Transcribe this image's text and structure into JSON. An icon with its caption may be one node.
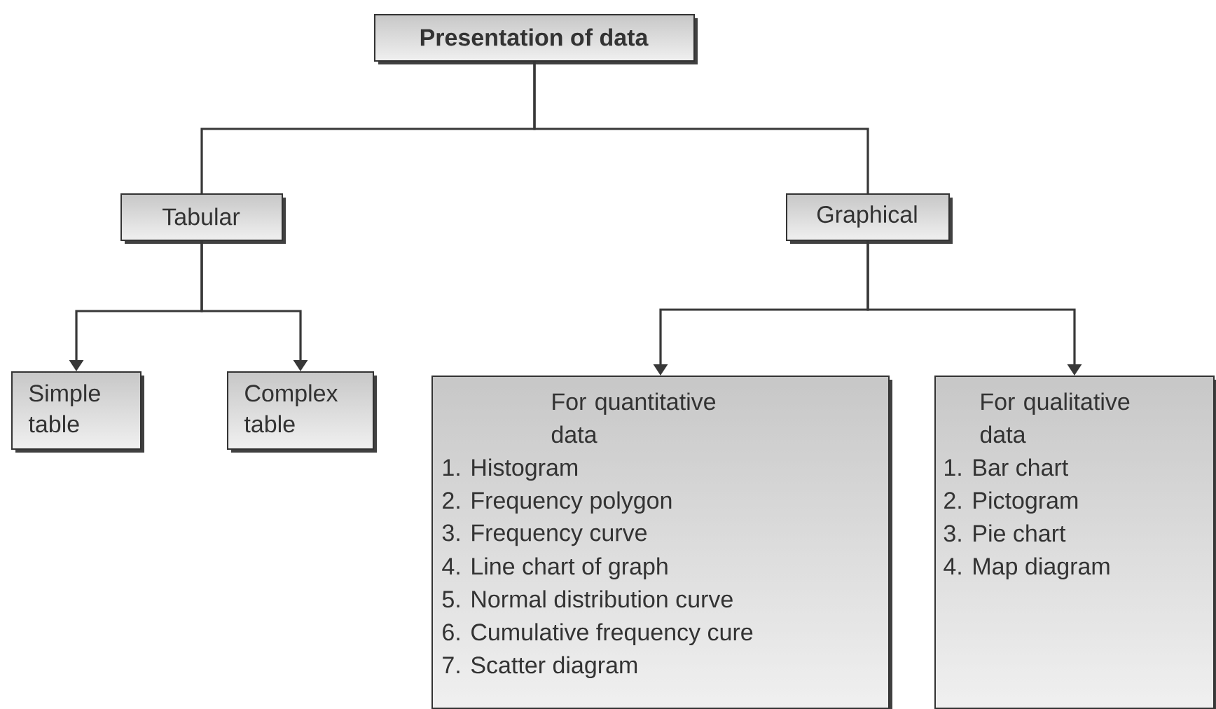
{
  "diagram": {
    "nodes": [
      {
        "text": [
          "Presentation of data"
        ]
      },
      {
        "text": [
          "Tabular"
        ]
      },
      {
        "text": [
          "Graphical"
        ]
      },
      {
        "text": [
          "Simple table"
        ]
      },
      {
        "text": [
          "Complex table"
        ]
      },
      {
        "text": [
          "For quantitative data",
          "1. Histogram",
          "2. Frequency polygon",
          "3. Frequency curve",
          "4. Line chart of graph",
          "5. Normal distribution curve",
          "6. Cumulative frequency cure",
          "7. Scatter diagram"
        ]
      },
      {
        "text": [
          "For qualitative data",
          "1. Bar chart",
          "2. Pictogram",
          "3. Pie chart",
          "4. Map diagram"
        ]
      }
    ],
    "edges": [
      {
        "from": 0,
        "to": 1,
        "arrow": "none"
      },
      {
        "from": 0,
        "to": 2,
        "arrow": "none"
      },
      {
        "from": 1,
        "to": 3,
        "arrow": "to"
      },
      {
        "from": 1,
        "to": 4,
        "arrow": "to"
      },
      {
        "from": 2,
        "to": 5,
        "arrow": "to"
      },
      {
        "from": 2,
        "to": 6,
        "arrow": "to"
      }
    ]
  }
}
